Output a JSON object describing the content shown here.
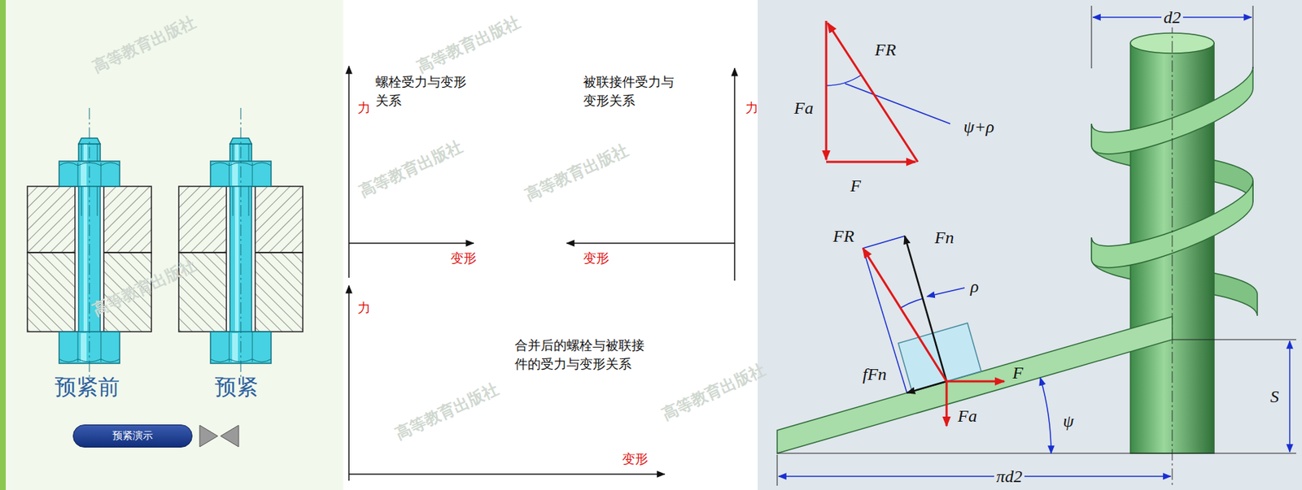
{
  "diagram": {
    "nodes": [
      {
        "text": [
          "预紧演示"
        ]
      }
    ],
    "labels": [
      "预紧前",
      "预紧",
      "螺栓受力与变形 关系",
      "力",
      "变形",
      "被联接件受力与 变形关系",
      "力",
      "变形",
      "力",
      "合并后的螺栓与被联接 件的受力与变形关系",
      "变形",
      "FR",
      "Fa",
      "ψ+ρ",
      "F",
      "FR",
      "Fn",
      "ρ",
      "F",
      "fFn",
      "Fa",
      "ψ",
      "S",
      "d2",
      "πd2",
      "高等教育出版社",
      "高等教育出版社",
      "高等教育出版社",
      "高等教育出版社",
      "高等教育出版社",
      "高等教育出版社",
      "高等教育出版社"
    ]
  }
}
